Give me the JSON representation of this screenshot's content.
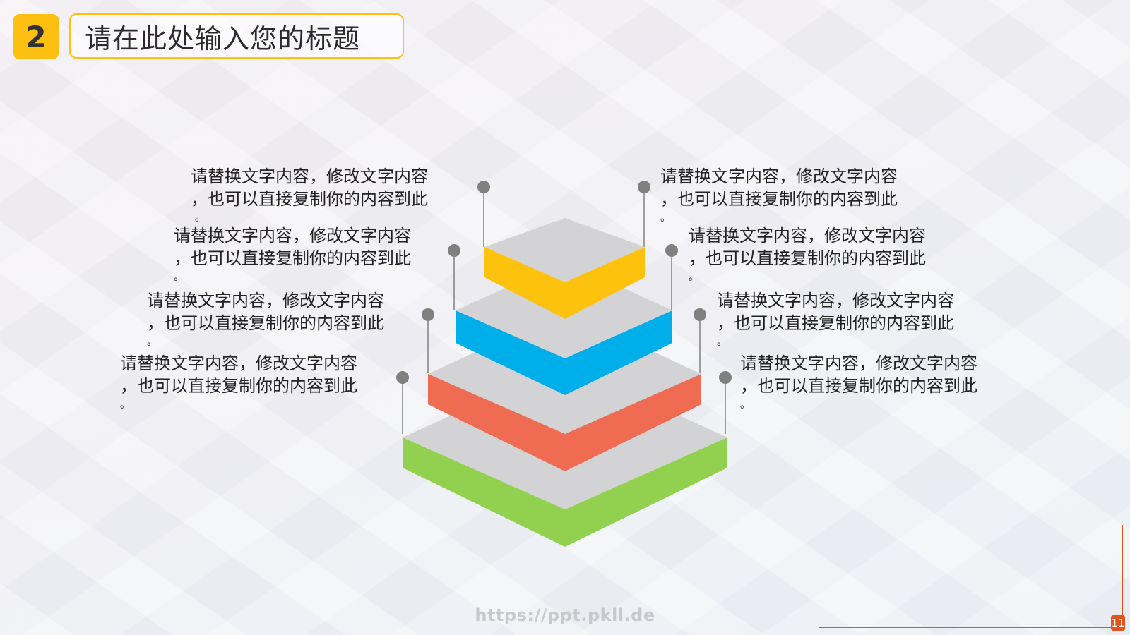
{
  "slide": {
    "section_number": "2",
    "title": "请在此处输入您的标题",
    "page_number": "11",
    "watermark": "https://ppt.pkll.de"
  },
  "layers": [
    {
      "name": "layer-1-top",
      "color": "#fdc20e"
    },
    {
      "name": "layer-2",
      "color": "#00aeea"
    },
    {
      "name": "layer-3",
      "color": "#ef6b51"
    },
    {
      "name": "layer-4-bottom",
      "color": "#92d050"
    }
  ],
  "colors": {
    "layer_top_face": "#d3d3d5",
    "connector": "#808080",
    "accent": "#fdbf10",
    "page_accent": "#e2541e"
  },
  "left_labels": [
    {
      "line1": "请替换文字内容，修改文字内容",
      "line2": "，也可以直接复制你的内容到此",
      "line3": "。"
    },
    {
      "line1": "请替换文字内容，修改文字内容",
      "line2": "，也可以直接复制你的内容到此",
      "line3": "。"
    },
    {
      "line1": "请替换文字内容，修改文字内容",
      "line2": "，也可以直接复制你的内容到此",
      "line3": "。"
    },
    {
      "line1": "请替换文字内容，修改文字内容",
      "line2": "，也可以直接复制你的内容到此",
      "line3": "。"
    }
  ],
  "right_labels": [
    {
      "line1": "请替换文字内容，修改文字内容",
      "line2": "，也可以直接复制你的内容到此",
      "line3": "。"
    },
    {
      "line1": "请替换文字内容，修改文字内容",
      "line2": "，也可以直接复制你的内容到此",
      "line3": "。"
    },
    {
      "line1": "请替换文字内容，修改文字内容",
      "line2": "，也可以直接复制你的内容到此",
      "line3": "。"
    },
    {
      "line1": "请替换文字内容，修改文字内容",
      "line2": "，也可以直接复制你的内容到此",
      "line3": "。"
    }
  ]
}
